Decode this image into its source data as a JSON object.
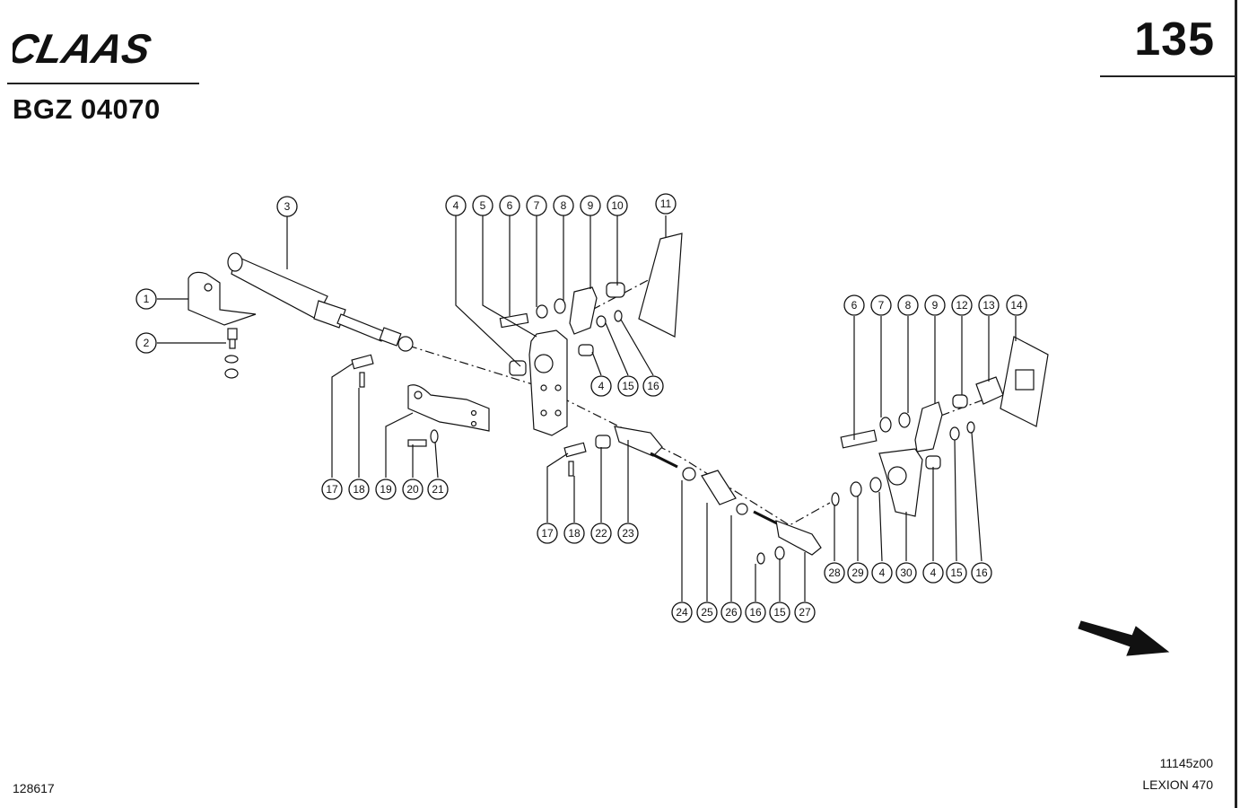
{
  "brand": "CLAAS",
  "page_number": "135",
  "group_code": "BGZ 04070",
  "footer": {
    "drawing_id": "128617",
    "figure_code": "11145z00",
    "model": "LEXION 470"
  },
  "callouts": [
    "1",
    "2",
    "3",
    "4",
    "5",
    "6",
    "7",
    "8",
    "9",
    "10",
    "11",
    "4",
    "15",
    "16",
    "6",
    "7",
    "8",
    "9",
    "12",
    "13",
    "14",
    "17",
    "18",
    "19",
    "20",
    "21",
    "17",
    "18",
    "22",
    "23",
    "24",
    "25",
    "26",
    "16",
    "15",
    "27",
    "28",
    "29",
    "4",
    "30",
    "4",
    "15",
    "16"
  ],
  "colors": {
    "ink": "#111111",
    "paper": "#ffffff"
  }
}
